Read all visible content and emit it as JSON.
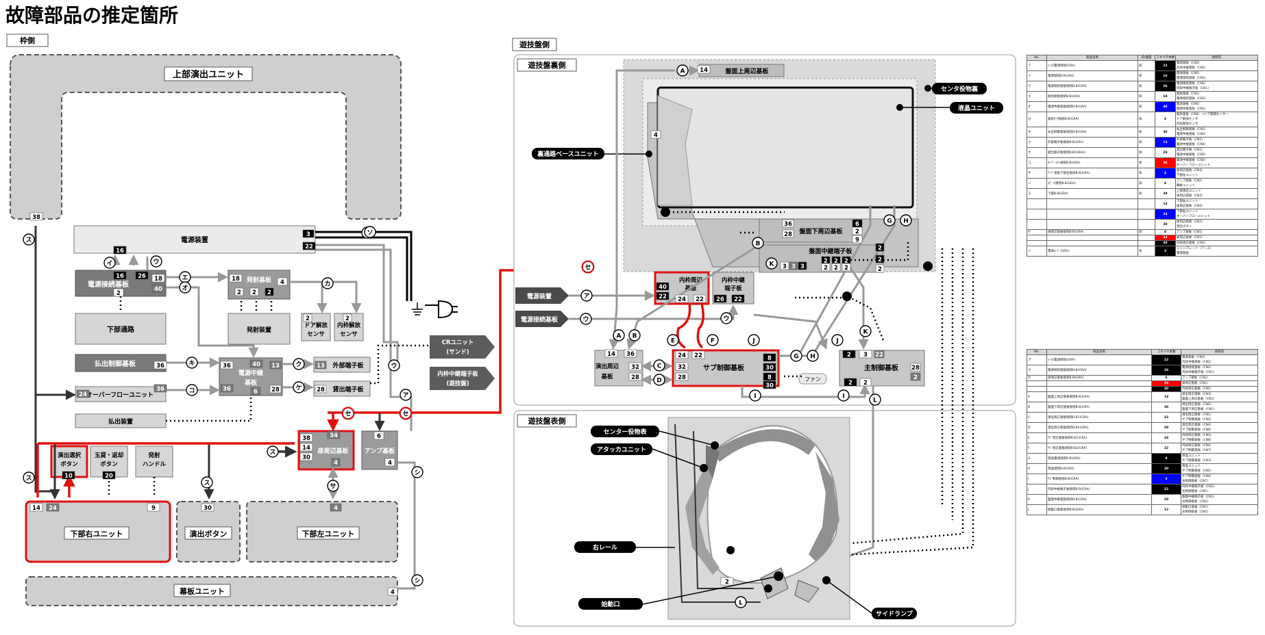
{
  "title": "故障部品の推定箇所",
  "sections": {
    "frame_side": "枠側",
    "board_side": "遊技盤側",
    "board_back": "遊技盤裏側",
    "board_front": "遊技盤表側"
  },
  "frame_units": {
    "top_unit": "上部演出ユニット",
    "power_device": "電源装置",
    "power_conn_board": "電源接続基板",
    "lower_passage": "下部通路",
    "launch_board": "発射基板",
    "launch_device": "発射装置",
    "door_sensor_l1": "ドア解放",
    "door_sensor_l2": "センサ",
    "inner_sensor_l1": "内枠解放",
    "inner_sensor_l2": "センサ",
    "payout_ctrl": "払出制御基板",
    "relay_l1": "電源中継",
    "relay_l2": "基板",
    "ext_terminal": "外部端子板",
    "rental_terminal": "貸出端子板",
    "overflow": "オーバーフローユニット",
    "payout_device": "払出装置",
    "cr_unit_l1": "CRユニット",
    "cr_unit_l2": "(サンド)",
    "inner_relay_l1": "内枠中継端子板",
    "inner_relay_l2": "(遊技盤)",
    "door_board": "扉周辺基板",
    "amp_board": "アンプ基板",
    "effect_select_l1": "演出選択",
    "effect_select_l2": "ボタン",
    "ball_lend_l1": "玉貸・返却",
    "ball_lend_l2": "ボタン",
    "launch_handle_l1": "発射",
    "launch_handle_l2": "ハンドル",
    "lower_right": "下部右ユニット",
    "effect_button": "演出ボタン",
    "lower_left": "下部左ユニット",
    "curtain": "幕板ユニット"
  },
  "board_units": {
    "top_periph": "盤面上周辺基板",
    "center_role": "センタ役物裏",
    "lcd": "液晶ユニット",
    "back_passage": "裏通路ベースユニット",
    "bottom_periph": "盤面下周辺基板",
    "relay_terminal": "盤面中継端子板",
    "inner_periph_l1": "内枠周辺",
    "inner_periph_l2": "基板",
    "inner_relay_l1": "内枠中継",
    "inner_relay_l2": "端子板",
    "power_device": "電源装置",
    "power_conn": "電源接続基板",
    "effect_periph_l1": "演出周辺",
    "effect_periph_l2": "基板",
    "sub_ctrl": "サブ制御基板",
    "fan": "ファン",
    "main_ctrl": "主制御基板",
    "center_front": "センター役物表",
    "attacker": "アタッカユニット",
    "right_rail": "右レール",
    "start_port": "始動口",
    "side_lamp": "サイドランプ"
  },
  "pins": [
    "38",
    "16",
    "16",
    "26",
    "18",
    "40",
    "2",
    "18",
    "2",
    "2",
    "2",
    "4",
    "2",
    "2",
    "3",
    "22",
    "36",
    "36",
    "40",
    "13",
    "13",
    "36",
    "36",
    "6",
    "28",
    "28",
    "24",
    "34",
    "38",
    "14",
    "30",
    "4",
    "6",
    "4",
    "14",
    "24",
    "10",
    "20",
    "9",
    "30",
    "4",
    "4",
    "14",
    "4",
    "36",
    "28",
    "3",
    "3",
    "3",
    "2",
    "2",
    "2",
    "2",
    "2",
    "2",
    "6",
    "2",
    "9",
    "2",
    "2",
    "2",
    "40",
    "22",
    "24",
    "22",
    "26",
    "22",
    "8",
    "30",
    "14",
    "36",
    "32",
    "28",
    "32",
    "28",
    "24",
    "22",
    "8",
    "30",
    "2",
    "3",
    "22",
    "28",
    "2",
    "2",
    "2",
    "2",
    "12",
    "12"
  ],
  "letters": [
    "ア",
    "イ",
    "ウ",
    "エ",
    "オ",
    "カ",
    "キ",
    "ク",
    "ケ",
    "コ",
    "サ",
    "シ",
    "ス",
    "セ",
    "ソ",
    "A",
    "B",
    "C",
    "D",
    "E",
    "F",
    "G",
    "H",
    "I",
    "J",
    "K",
    "L"
  ],
  "table1": {
    "headers": [
      "No.",
      "部品名称",
      "枠/盤面",
      "コネクタ本数",
      "接続先"
    ],
    "rows": [
      {
        "no": "ア",
        "name": "ﾊｰﾈｽ電源接続(GRA)",
        "side": "枠",
        "pin": "22",
        "color": "#000",
        "dest": [
          "電源基板（CN3）",
          "内枠中継基板（CN2）"
        ]
      },
      {
        "no": "イ",
        "name": "電源接続B-B(GRA)",
        "side": "枠",
        "pin": "16",
        "color": "#000",
        "dest": [
          "電源基板（CN2）",
          "電源接続基板（CN1）"
        ]
      },
      {
        "no": "ウ",
        "name": "電源接続基板接続B-B(GRA)",
        "side": "枠",
        "pin": "26",
        "color": "#000",
        "dest": [
          "電源接続基板（CN2）",
          "内枠中継端子板（CN1）"
        ]
      },
      {
        "no": "エ",
        "name": "発射基板接続B-B(GRA)",
        "side": "枠",
        "pin": "18",
        "color": "#fff",
        "dest": [
          "発射基板（CN1）",
          "電源接続基板（CN3）"
        ]
      },
      {
        "no": "オ",
        "name": "電源中継基板接続B-B(GRA)",
        "side": "枠",
        "pin": "40",
        "color": "#0000ff",
        "dest": [
          "電源基板（CN5）",
          "電源中継基板（CN1）"
        ]
      },
      {
        "no": "カ",
        "name": "発射ｾﾝｻ接続B-B(GRA)",
        "side": "枠",
        "pin": "4",
        "color": "#fff",
        "dest": [
          "発射基板（CN4）→ドア開閉センサー",
          "ドア解放センサ",
          "内枠開放センサ"
        ]
      },
      {
        "no": "キ",
        "name": "払出制御基板接続B-B(GRA)",
        "side": "枠",
        "pin": "36",
        "color": "#fff",
        "dest": [
          "払出制御基板（CN1）",
          "電源中継基板（CN3）"
        ]
      },
      {
        "no": "ク",
        "name": "外部端子板接続B-B(GRA)",
        "side": "枠",
        "pin": "13",
        "color": "#0000ff",
        "dest": [
          "外部端子板（CN1）",
          "電源中継基板（CN4）"
        ]
      },
      {
        "no": "ケ",
        "name": "貸出端子板接続B-B(GRA2)",
        "side": "枠",
        "pin": "28",
        "color": "#fff",
        "dest": [
          "貸出端子板（CN1）",
          "電源中継基板（CN5）"
        ]
      },
      {
        "no": "コ",
        "name": "ｵｰﾊﾞｰﾌﾛｰ接続B-B(GRA)",
        "side": "枠",
        "pin": "36",
        "color": "#ff0000",
        "dest": [
          "電源中継基板（CN2）",
          "オーバーフローユニット"
        ]
      },
      {
        "no": "サ",
        "name": "ｱﾝﾌﾟ基板下部左接続B-B(GRA)",
        "side": "枠",
        "pin": "4",
        "color": "#0000ff",
        "dest": [
          "扉周辺基板（CN3）",
          "下部左ユニット"
        ]
      },
      {
        "no": "シ",
        "name": "ｽﾋﾟｰｶ接続B-B(GRA)",
        "side": "枠",
        "pin": "4",
        "color": "#fff",
        "dest": [
          "アンプ基板（CN2）",
          "幕板ユニット"
        ]
      },
      {
        "no": "ス",
        "name": "下部B-B(GRA)",
        "side": "枠",
        "pin": "38",
        "color": "#fff",
        "dest": [
          "上部演出ユニット",
          "扉周辺基板（CN2）"
        ]
      },
      {
        "no": "",
        "name": "",
        "side": "",
        "pin": "14",
        "color": "#fff",
        "dest": [
          "下部右ユニット",
          "扉周辺基板（CN4）"
        ]
      },
      {
        "no": "",
        "name": "",
        "side": "",
        "pin": "24",
        "color": "#0000ff",
        "dest": [
          "下部右ユニット",
          "オーバーフローユニット"
        ]
      },
      {
        "no": "",
        "name": "",
        "side": "",
        "pin": "30",
        "color": "#fff",
        "dest": [
          "扉周辺基板（CN5）",
          "演出ボタン"
        ]
      },
      {
        "no": "セ",
        "name": "扉周辺基板接続B-B(GRA)",
        "side": "枠",
        "pin": "6",
        "color": "#fff",
        "dest": [
          "アンプ基板（CN1）"
        ]
      },
      {
        "no": "",
        "name": "",
        "side": "",
        "pin": "34",
        "color": "#ff0000",
        "dest": [
          "扉周辺基板（CN1）"
        ]
      },
      {
        "no": "",
        "name": "",
        "side": "",
        "pin": "40",
        "color": "#000",
        "dest": [
          "内枠周辺基板（CN1）"
        ]
      },
      {
        "no": "ソ",
        "name": "電源ｺｰﾄﾞ(GRA)",
        "side": "枠",
        "pin": "3",
        "color": "#000",
        "dest": [
          "ミシンプレート（アース）",
          "電源基板"
        ]
      }
    ]
  },
  "table2": {
    "headers": [
      "No.",
      "部品名称",
      "コネクタ本数",
      "接続先"
    ],
    "rows": [
      {
        "no": "ア",
        "name": "ﾊｰﾈｽ電源接続(GRA)",
        "pin": "22",
        "color": "#000",
        "dest": [
          "電源基板（CN3）",
          "内枠中継基板（CN2）"
        ]
      },
      {
        "no": "ウ",
        "name": "電源接続基板接続B-B(GRA)",
        "pin": "26",
        "color": "#000",
        "dest": [
          "電源接続基板（CN2）",
          "内枠中継端子板（CN1）"
        ]
      },
      {
        "no": "セ",
        "name": "扉周辺基板接続B-B(GRA)",
        "pin": "6",
        "color": "#fff",
        "dest": [
          "アンプ基板（CN2）"
        ]
      },
      {
        "no": "",
        "name": "",
        "pin": "34",
        "color": "#ff0000",
        "dest": [
          "扉周辺基板（CN1）"
        ]
      },
      {
        "no": "",
        "name": "",
        "pin": "40",
        "color": "#000",
        "dest": [
          "内枠周辺基板（CN1）"
        ]
      },
      {
        "no": "A",
        "name": "盤面上周辺基板接続B-B(GRA)",
        "pin": "14",
        "color": "#fff",
        "dest": [
          "演出周辺基板（CN3）",
          "盤面上周辺基板（CN1）"
        ]
      },
      {
        "no": "B",
        "name": "盤面下周辺基板接続B-B(GRA)",
        "pin": "36",
        "color": "#fff",
        "dest": [
          "演出周辺基板（CN2）",
          "盤面下周辺基板（CN1）"
        ]
      },
      {
        "no": "C",
        "name": "演出周辺基板接続B-B1(GRA)",
        "pin": "32",
        "color": "#fff",
        "dest": [
          "演出周辺基板（CN1）",
          "サブ制御基板（CN5）"
        ]
      },
      {
        "no": "D",
        "name": "演出周辺基板接続B-B2(GRA)",
        "pin": "28",
        "color": "#fff",
        "dest": [
          "演出周辺基板（CN4）",
          "サブ制御基板（CN6）"
        ]
      },
      {
        "no": "E",
        "name": "ｻﾌﾞ周辺基板接続B-B1(GRA)",
        "pin": "24",
        "color": "#fff",
        "dest": [
          "内枠周辺基板（CN3）",
          "サブ制御基板（CN8）"
        ]
      },
      {
        "no": "F",
        "name": "ｻﾌﾞ周辺基板接続B-B2(GRA)",
        "pin": "22",
        "color": "#fff",
        "dest": [
          "内枠周辺基板（CN4）",
          "サブ制御基板（CN7）"
        ]
      },
      {
        "no": "G",
        "name": "液晶電源接続B-B(GRA)",
        "pin": "8",
        "color": "#000",
        "dest": [
          "液晶ユニット",
          "サブ制御基板（CN3）"
        ]
      },
      {
        "no": "H",
        "name": "液晶接続B-B(GRA)",
        "pin": "30",
        "color": "#000",
        "dest": [
          "液晶ユニット",
          "サブ制御基板（CN2）"
        ]
      },
      {
        "no": "I",
        "name": "ｻﾌﾞ制御接続B-B(GRA)",
        "pin": "3",
        "color": "#0000ff",
        "dest": [
          "サブ制御基板（CN4）",
          "主制御基板（CN7）"
        ]
      },
      {
        "no": "J",
        "name": "内枠中継端子板接続B-B(GRA)",
        "pin": "22",
        "color": "#000",
        "dest": [
          "内枠中継端子板（CN2）",
          "主制御基板（CN1）"
        ]
      },
      {
        "no": "K",
        "name": "盤面中継基板接続B-B(GRA)",
        "pin": "28",
        "color": "#fff",
        "dest": [
          "盤面中継端子板（CN1）",
          "主制御基板（CN2）"
        ]
      },
      {
        "no": "L",
        "name": "始動口基板接続B-B(GRA)",
        "pin": "12",
        "color": "#fff",
        "dest": [
          "始動口基板（CN1）",
          "主制御基板（CN5）"
        ]
      }
    ]
  }
}
